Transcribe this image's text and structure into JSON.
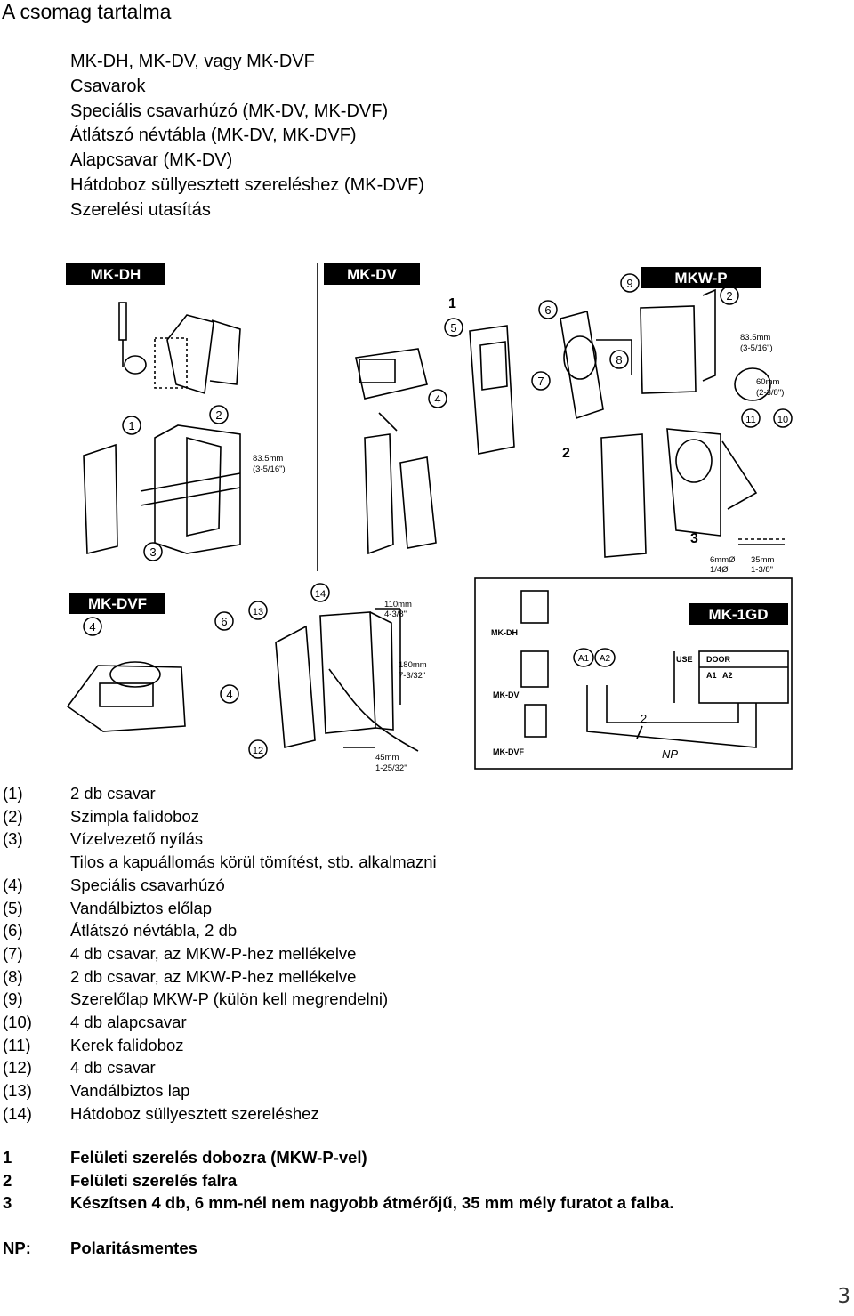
{
  "title": "A csomag tartalma",
  "contents": [
    "MK-DH, MK-DV, vagy MK-DVF",
    "Csavarok",
    "Speciális csavarhúzó (MK-DV, MK-DVF)",
    "Átlátszó névtábla (MK-DV, MK-DVF)",
    "Alapcsavar (MK-DV)",
    "Hátdoboz süllyesztett szereléshez (MK-DVF)",
    "Szerelési utasítás"
  ],
  "figure": {
    "model_labels": [
      "MK-DH",
      "MK-DV",
      "MKW-P",
      "MK-DVF",
      "MK-1GD"
    ],
    "callouts": [
      "1",
      "2",
      "3",
      "4",
      "5",
      "6",
      "7",
      "8",
      "9",
      "10",
      "11",
      "12",
      "13",
      "14"
    ],
    "dims": {
      "dh_a": "83.5mm",
      "dh_b": "(3-5/16\")",
      "p_a": "83.5mm",
      "p_b": "(3-5/16\")",
      "p_c": "60mm",
      "p_d": "(2-3/8\")",
      "hole_a": "6mmØ",
      "hole_b": "1/4Ø",
      "hole_c": "35mm",
      "hole_d": "1-3/8\"",
      "dvf_a": "110mm",
      "dvf_b": "4-3/8\"",
      "dvf_c": "180mm",
      "dvf_d": "7-3/32\"",
      "dvf_e": "45mm",
      "dvf_f": "1-25/32\""
    },
    "wiring": {
      "units": [
        "MK-DH",
        "MK-DV",
        "MK-DVF"
      ],
      "terminals": [
        "A1",
        "A2"
      ],
      "door_label": "DOOR",
      "door_terminals": [
        "A1",
        "A2"
      ],
      "side_label": "USE",
      "wire_count": "2",
      "np": "NP"
    }
  },
  "legend": [
    {
      "num": "(1)",
      "text": "2 db csavar"
    },
    {
      "num": "(2)",
      "text": "Szimpla falidoboz"
    },
    {
      "num": "(3)",
      "text": "Vízelvezető nyílás"
    },
    {
      "num": "",
      "text": "Tilos a kapuállomás körül tömítést, stb. alkalmazni"
    },
    {
      "num": "(4)",
      "text": "Speciális csavarhúzó"
    },
    {
      "num": "(5)",
      "text": "Vandálbiztos előlap"
    },
    {
      "num": "(6)",
      "text": "Átlátszó névtábla, 2 db"
    },
    {
      "num": "(7)",
      "text": "4 db csavar, az MKW-P-hez mellékelve"
    },
    {
      "num": "(8)",
      "text": "2 db csavar, az MKW-P-hez mellékelve"
    },
    {
      "num": "(9)",
      "text": "Szerelőlap MKW-P (külön kell megrendelni)"
    },
    {
      "num": "(10)",
      "text": "4 db alapcsavar"
    },
    {
      "num": "(11)",
      "text": "Kerek falidoboz"
    },
    {
      "num": "(12)",
      "text": "4 db csavar"
    },
    {
      "num": "(13)",
      "text": "Vandálbiztos lap"
    },
    {
      "num": "(14)",
      "text": "Hátdoboz süllyesztett szereléshez"
    }
  ],
  "notes": [
    {
      "num": "1",
      "text": "Felületi szerelés dobozra (MKW-P-vel)"
    },
    {
      "num": "2",
      "text": "Felületi szerelés falra"
    },
    {
      "num": "3",
      "text": "Készítsen 4 db, 6 mm-nél nem nagyobb átmérőjű, 35 mm mély furatot a falba."
    },
    {
      "num": "NP:",
      "text": "Polaritásmentes"
    }
  ],
  "page_number": "3"
}
